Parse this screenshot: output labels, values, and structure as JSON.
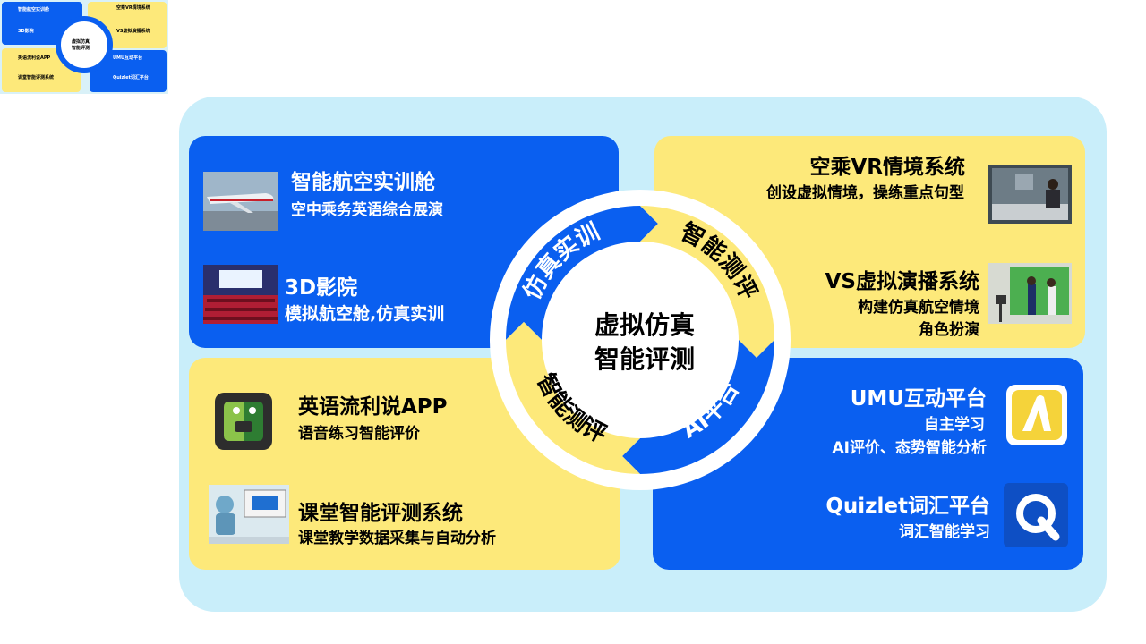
{
  "center": {
    "line1": "虚拟仿真",
    "line2": "智能评测"
  },
  "ring_labels": {
    "top_left": "仿真实训",
    "top_right": "智能测评",
    "bottom_left": "智能测评",
    "bottom_right": "AI平台"
  },
  "top_left": {
    "item1": {
      "title": "智能航空实训舱",
      "subtitle": "空中乘务英语综合展演"
    },
    "item2": {
      "title": "3D影院",
      "subtitle": "模拟航空舱,仿真实训"
    }
  },
  "top_right": {
    "item1": {
      "title": "空乘VR情境系统",
      "subtitle": "创设虚拟情境，操练重点句型"
    },
    "item2": {
      "title": "VS虚拟演播系统",
      "subtitle1": "构建仿真航空情境",
      "subtitle2": "角色扮演"
    }
  },
  "bottom_left": {
    "item1": {
      "title": "英语流利说APP",
      "subtitle": "语音练习智能评价"
    },
    "item2": {
      "title": "课堂智能评测系统",
      "subtitle": "课堂教学数据采集与自动分析"
    }
  },
  "bottom_right": {
    "item1": {
      "title": "UMU互动平台",
      "subtitle1": "自主学习",
      "subtitle2": "AI评价、态势智能分析"
    },
    "item2": {
      "title": "Quizlet词汇平台",
      "subtitle": "词汇智能学习",
      "icon_letter": "Q"
    }
  },
  "colors": {
    "blue": "#0a5ff0",
    "yellow": "#fde97a",
    "panel": "#c9eefa"
  },
  "icons": [
    "airplane-image",
    "cinema-image",
    "vr-image",
    "studio-image",
    "app-icon",
    "classroom-image",
    "umu-icon",
    "quizlet-icon"
  ]
}
